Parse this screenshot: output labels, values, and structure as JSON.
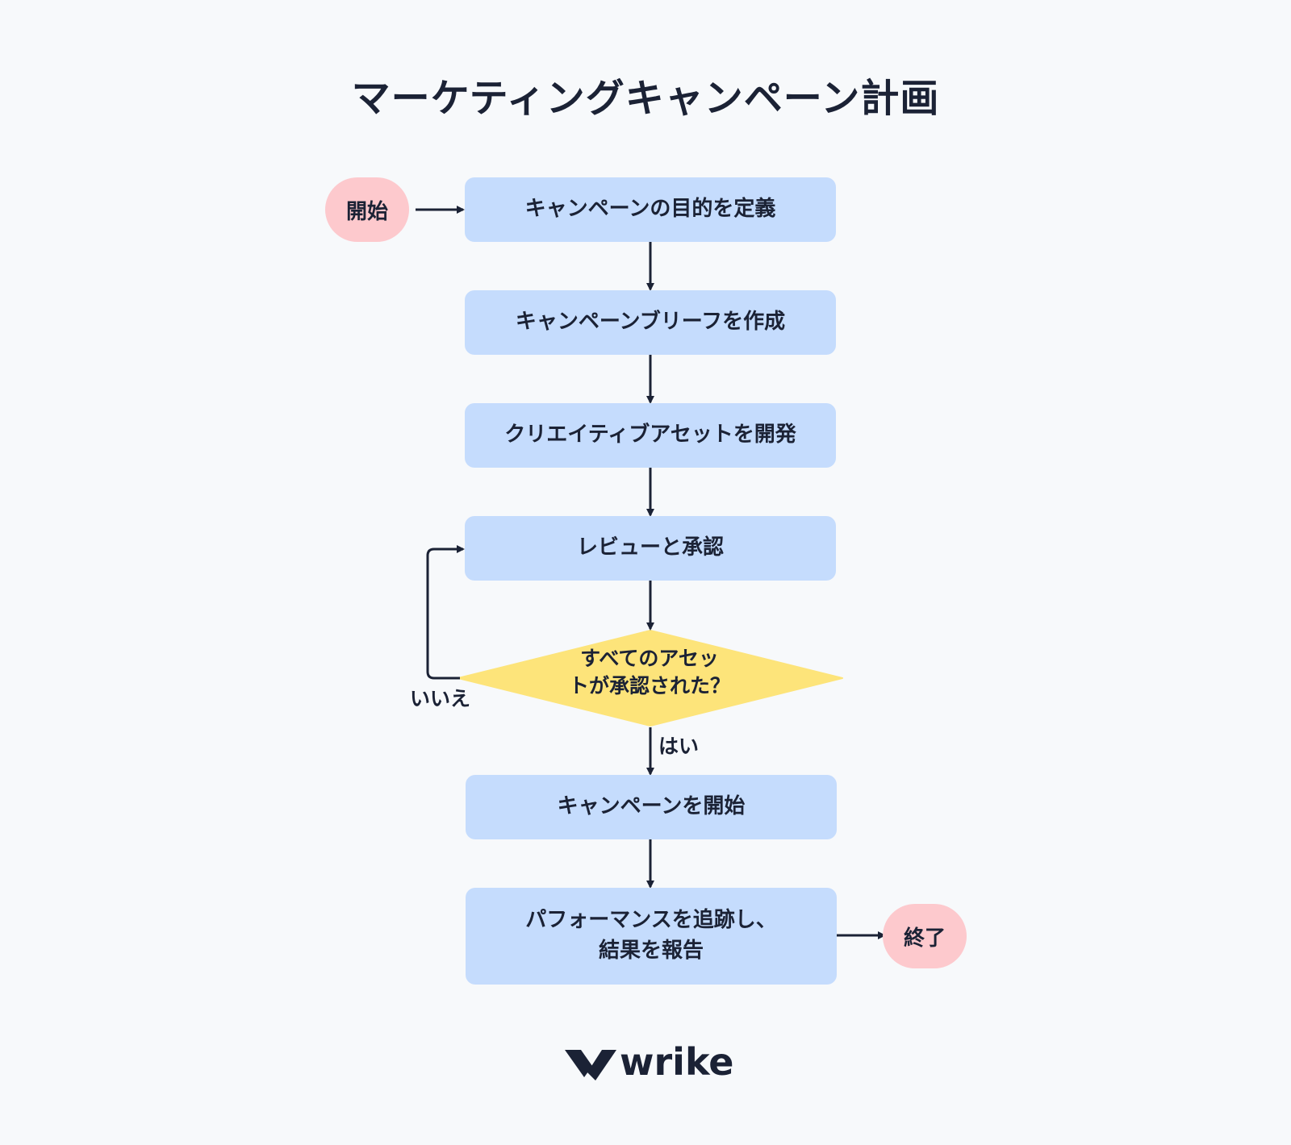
{
  "title": "マーケティングキャンペーン計画",
  "terminals": {
    "start": "開始",
    "end": "終了"
  },
  "steps": [
    "キャンペーンの目的を定義",
    "キャンペーンブリーフを作成",
    "クリエイティブアセットを開発",
    "レビューと承認"
  ],
  "decision": {
    "line1": "すべてのアセッ",
    "line2": "トが承認された？",
    "yes_label": "はい",
    "no_label": "いいえ"
  },
  "after_steps": {
    "launch": "キャンペーンを開始",
    "track_line1": "パフォーマンスを追跡し、",
    "track_line2": "結果を報告"
  },
  "brand": {
    "name": "wrike"
  },
  "colors": {
    "process_fill": "#c5dcfd",
    "terminal_fill": "#fdc9cd",
    "decision_fill": "#fde47a",
    "line": "#1b2235",
    "background": "#f7f9fb"
  }
}
